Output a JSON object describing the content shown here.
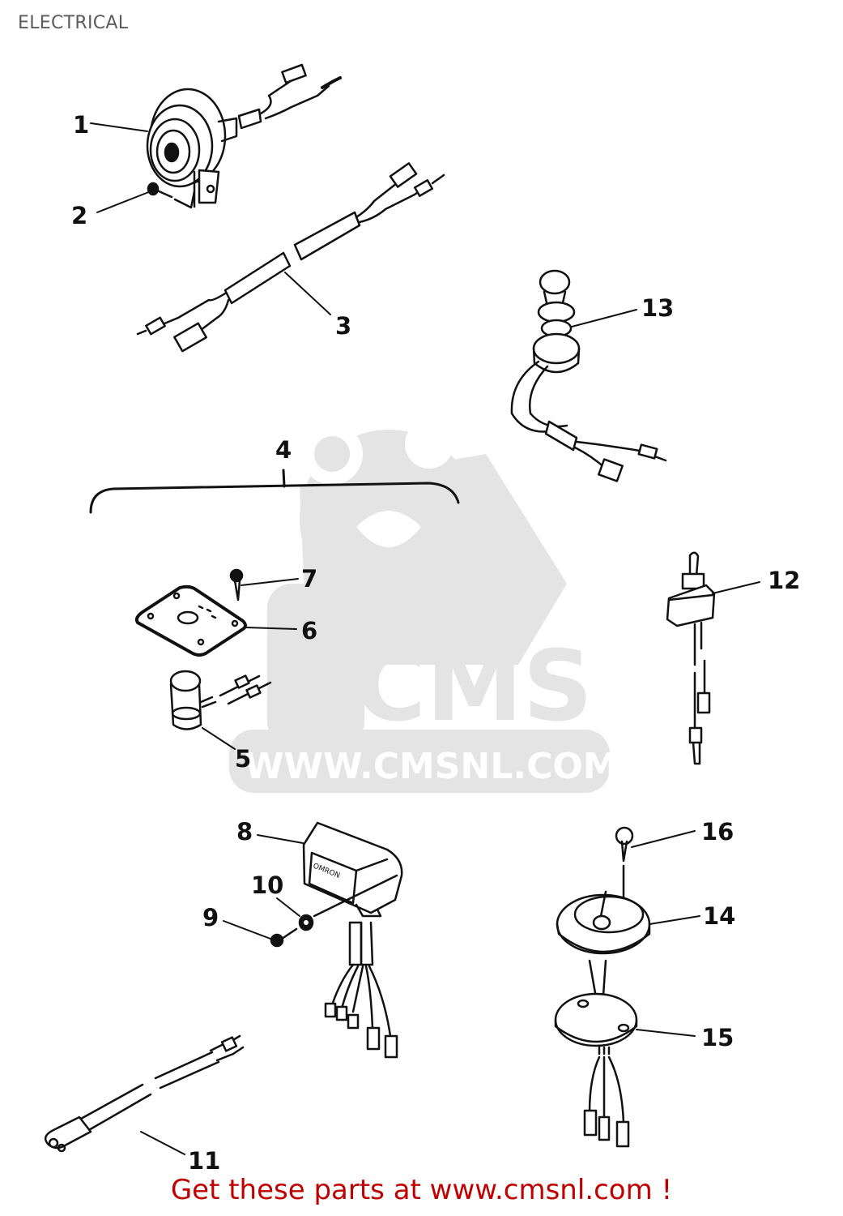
{
  "page": {
    "title": "ELECTRICAL",
    "footer_text": "Get these parts at www.cmsnl.com !",
    "footer_color": "#c00000",
    "title_color": "#5c5c5c"
  },
  "watermark": {
    "logo_text": "CMS",
    "url_text": "WWW.CMSNL.COM",
    "color": "#e4e4e4"
  },
  "callouts": [
    {
      "id": "1",
      "label": "1",
      "part": "horn"
    },
    {
      "id": "2",
      "label": "2",
      "part": "screw"
    },
    {
      "id": "3",
      "label": "3",
      "part": "wire-harness"
    },
    {
      "id": "4",
      "label": "4",
      "part": "assembly-group"
    },
    {
      "id": "5",
      "label": "5",
      "part": "solenoid-buzzer"
    },
    {
      "id": "6",
      "label": "6",
      "part": "cover-plate"
    },
    {
      "id": "7",
      "label": "7",
      "part": "screw"
    },
    {
      "id": "8",
      "label": "8",
      "part": "relay"
    },
    {
      "id": "9",
      "label": "9",
      "part": "bolt"
    },
    {
      "id": "10",
      "label": "10",
      "part": "washer"
    },
    {
      "id": "11",
      "label": "11",
      "part": "wire-lead"
    },
    {
      "id": "12",
      "label": "12",
      "part": "toggle-switch"
    },
    {
      "id": "13",
      "label": "13",
      "part": "push-switch"
    },
    {
      "id": "14",
      "label": "14",
      "part": "switch-housing"
    },
    {
      "id": "15",
      "label": "15",
      "part": "base-plate"
    },
    {
      "id": "16",
      "label": "16",
      "part": "screw"
    }
  ],
  "relay_marking": "OMRON"
}
